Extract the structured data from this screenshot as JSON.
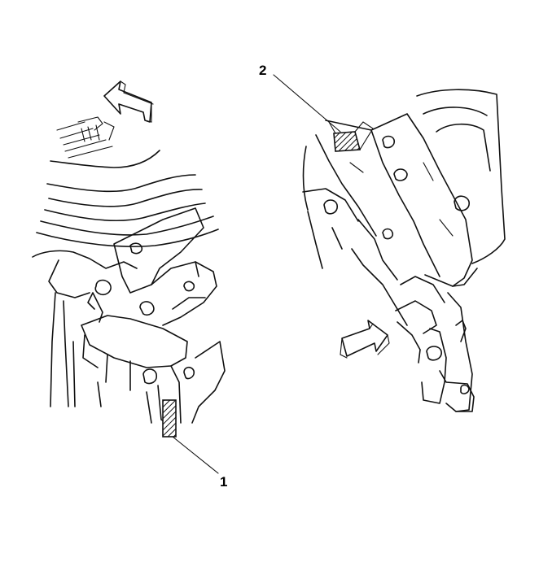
{
  "callouts": [
    {
      "id": "1",
      "label": "1"
    },
    {
      "id": "2",
      "label": "2"
    }
  ],
  "icons": [
    "arrow-left-icon",
    "arrow-right-icon"
  ],
  "colors": {
    "ink": "#111111",
    "background": "#ffffff"
  }
}
